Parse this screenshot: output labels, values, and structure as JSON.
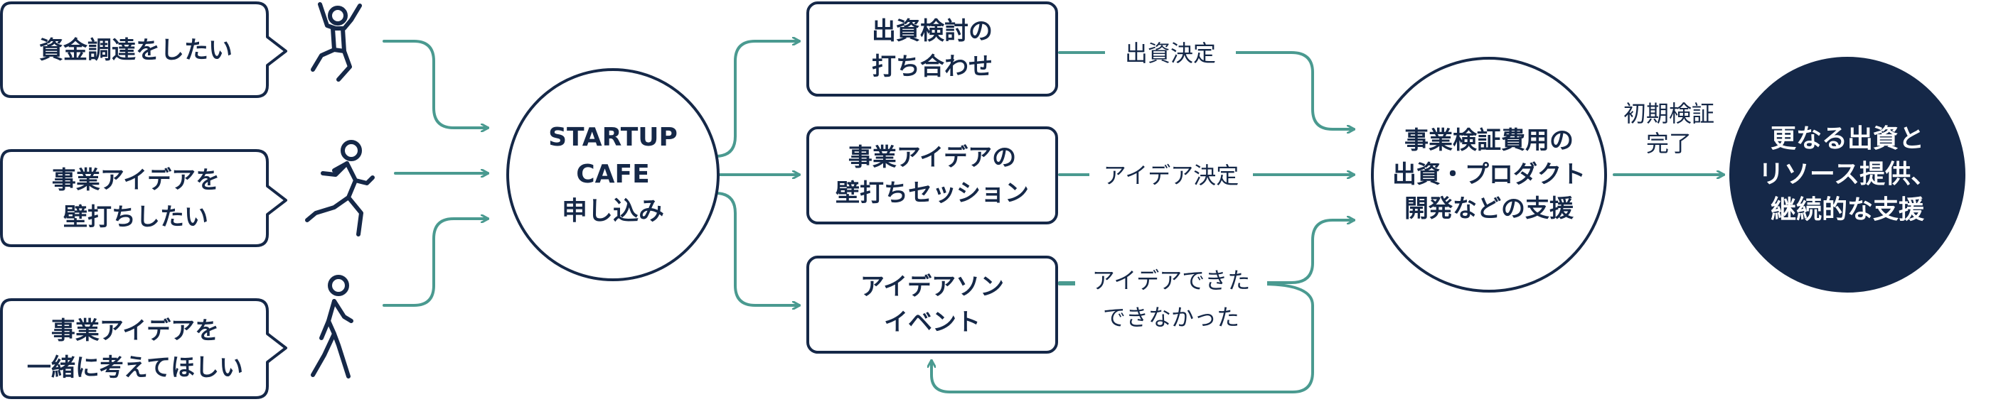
{
  "colors": {
    "navy": "#152848",
    "teal": "#4a9a90",
    "white": "#ffffff"
  },
  "bubbles": [
    {
      "text": "資金調達をしたい",
      "icon": "person-jumping-icon"
    },
    {
      "text": "事業アイデアを\n壁打ちしたい",
      "icon": "person-running-icon"
    },
    {
      "text": "事業アイデアを\n一緒に考えてほしい",
      "icon": "person-walking-icon"
    }
  ],
  "hub": {
    "text": "STARTUP\nCAFE\n申し込み"
  },
  "options": [
    {
      "text": "出資検討の\n打ち合わせ"
    },
    {
      "text": "事業アイデアの\n壁打ちセッション"
    },
    {
      "text": "アイデアソン\nイベント"
    }
  ],
  "outcomes": {
    "invest": "出資決定",
    "idea": "アイデア決定",
    "ideathon_yes": "アイデアできた",
    "ideathon_no": "できなかった"
  },
  "verification": {
    "text": "事業検証費用の\n出資・プロダクト\n開発などの支援"
  },
  "complete_label": "初期検証\n完了",
  "final": {
    "text": "更なる出資と\nリソース提供、\n継続的な支援"
  }
}
